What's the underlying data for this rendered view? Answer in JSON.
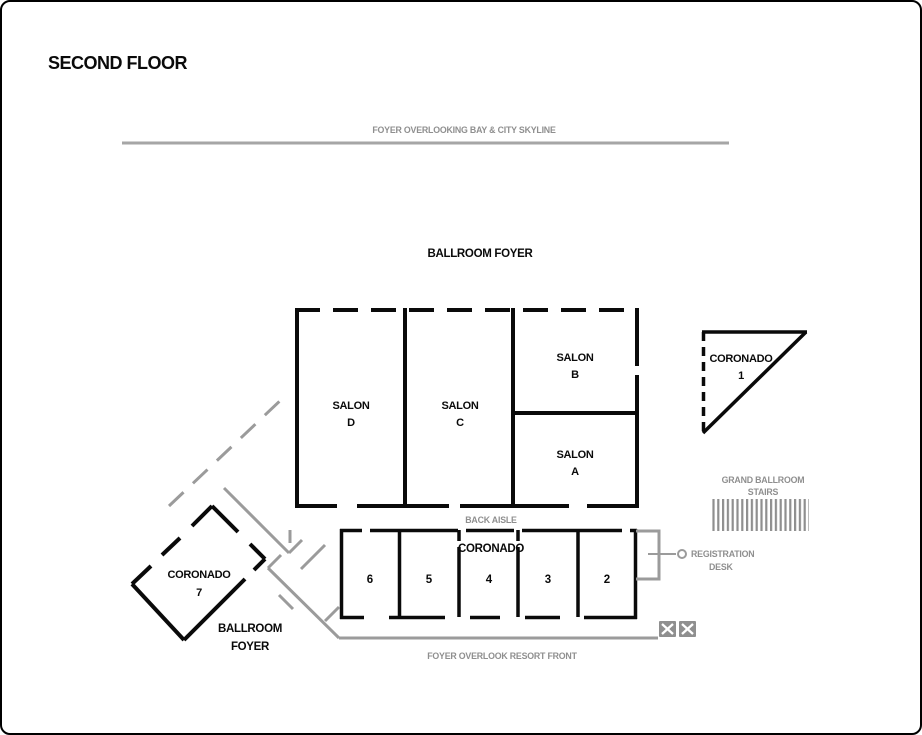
{
  "title": "SECOND FLOOR",
  "colors": {
    "wall": "#0a0a0a",
    "gray_text": "#8f8f8f",
    "gray_line": "#a6a6a6"
  },
  "annotations": {
    "foyer_top": "FOYER OVERLOOKING BAY & CITY SKYLINE",
    "ballroom_foyer": "BALLROOM FOYER",
    "back_aisle": "BACK AISLE",
    "foyer_front": "FOYER OVERLOOK RESORT FRONT",
    "ballroom_foyer_lower": {
      "line1": "BALLROOM",
      "line2": "FOYER"
    },
    "stairs": {
      "line1": "GRAND BALLROOM",
      "line2": "STAIRS"
    },
    "registration": {
      "line1": "REGISTRATION",
      "line2": "DESK"
    }
  },
  "rooms": {
    "salons": [
      {
        "line1": "SALON",
        "line2": "D"
      },
      {
        "line1": "SALON",
        "line2": "C"
      },
      {
        "line1": "SALON",
        "line2": "B"
      },
      {
        "line1": "SALON",
        "line2": "A"
      }
    ],
    "coronado_1": {
      "line1": "CORONADO",
      "line2": "1"
    },
    "coronado_7": {
      "line1": "CORONADO",
      "line2": "7"
    },
    "coronado_row": {
      "label": "CORONADO",
      "numbers": [
        "6",
        "5",
        "4",
        "3",
        "2"
      ]
    }
  }
}
